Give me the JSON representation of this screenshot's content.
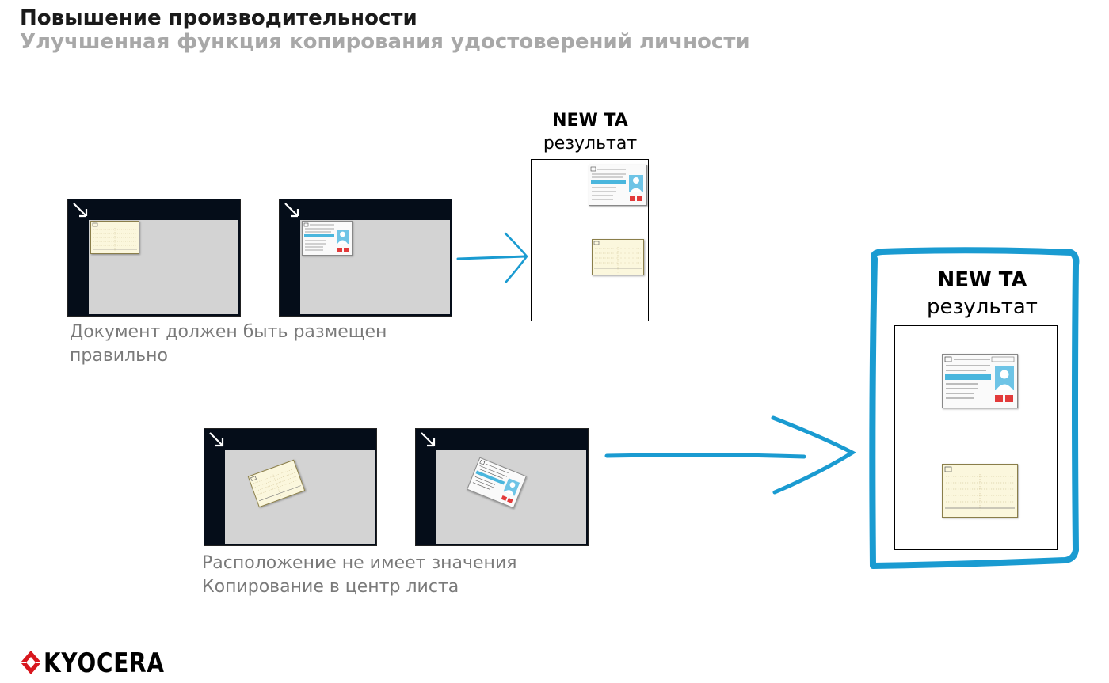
{
  "header": {
    "title": "Повышение производительности",
    "subtitle": "Улучшенная функция копирования удостоверений личности"
  },
  "result_small": {
    "brand": "NEW TA",
    "label": "результат"
  },
  "result_large": {
    "brand": "NEW TA",
    "label": "результат"
  },
  "caption_top": {
    "line1": "Документ должен быть размещен",
    "line2": "правильно"
  },
  "caption_bottom": {
    "line1": "Расположение не имеет значения",
    "line2": "Копирование в центр листа"
  },
  "logo": {
    "text": "KYOCERA"
  },
  "colors": {
    "accent_blue": "#1a9bd1",
    "glass_frame": "#050d19",
    "glass_plate": "#d3d3d3",
    "id_back": "#fbf7dd",
    "caption_gray": "#7a7a7a",
    "subtitle_gray": "#a8a8a8",
    "logo_red": "#d8171e"
  },
  "icons": {
    "corner": "placement-corner-arrow-icon",
    "flow": "hand-drawn-arrow-icon",
    "logo": "kyocera-logo-icon"
  }
}
